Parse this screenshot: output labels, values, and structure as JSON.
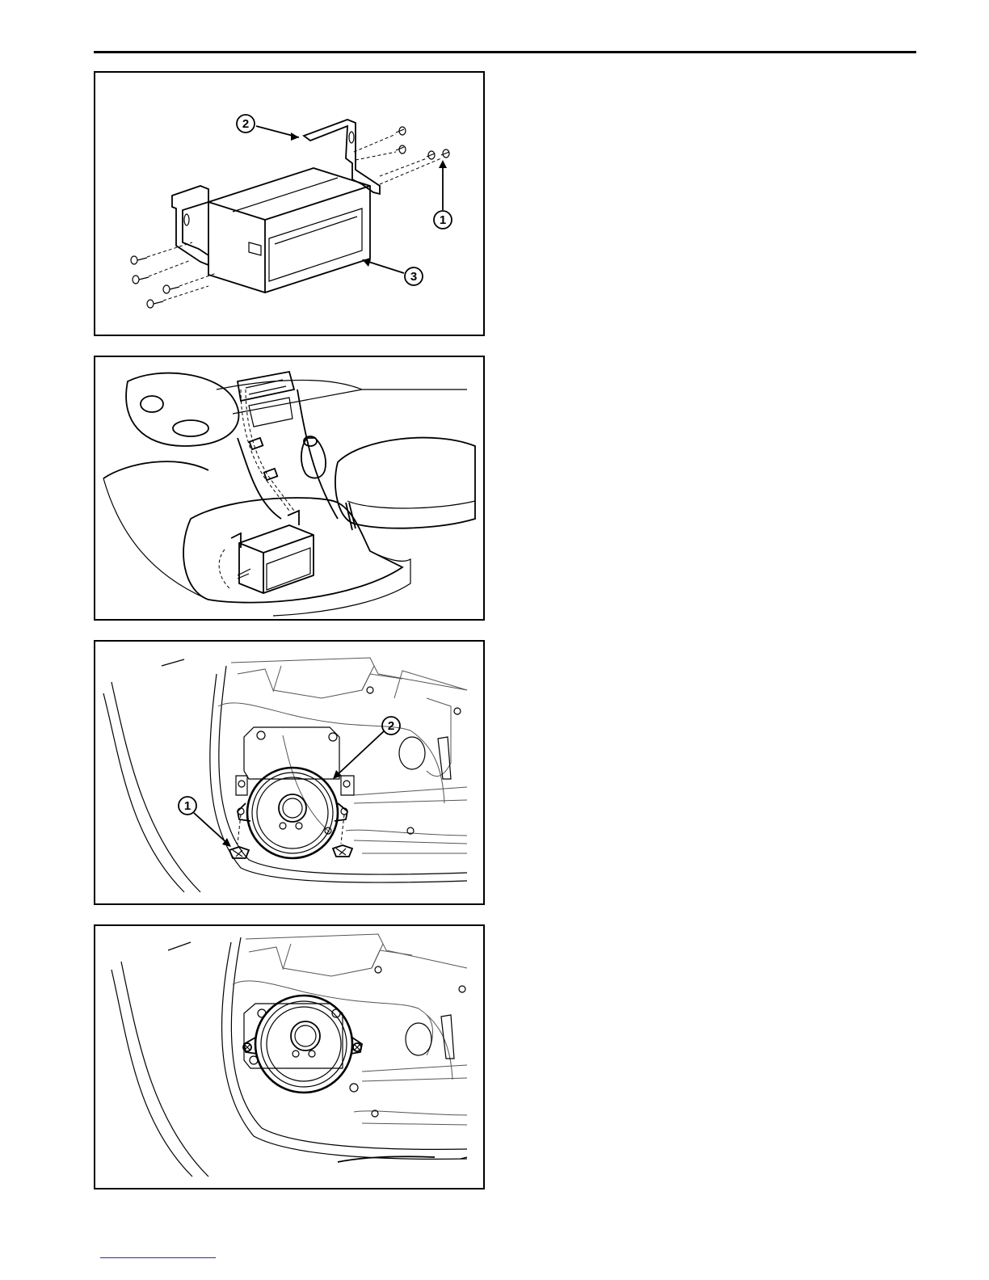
{
  "figures": [
    {
      "id": "cd-changer-brackets",
      "callouts": [
        "1",
        "2",
        "3"
      ]
    },
    {
      "id": "cd-changer-location"
    },
    {
      "id": "door-speaker-removal",
      "callouts": [
        "1",
        "2"
      ]
    },
    {
      "id": "door-speaker-installed"
    }
  ]
}
